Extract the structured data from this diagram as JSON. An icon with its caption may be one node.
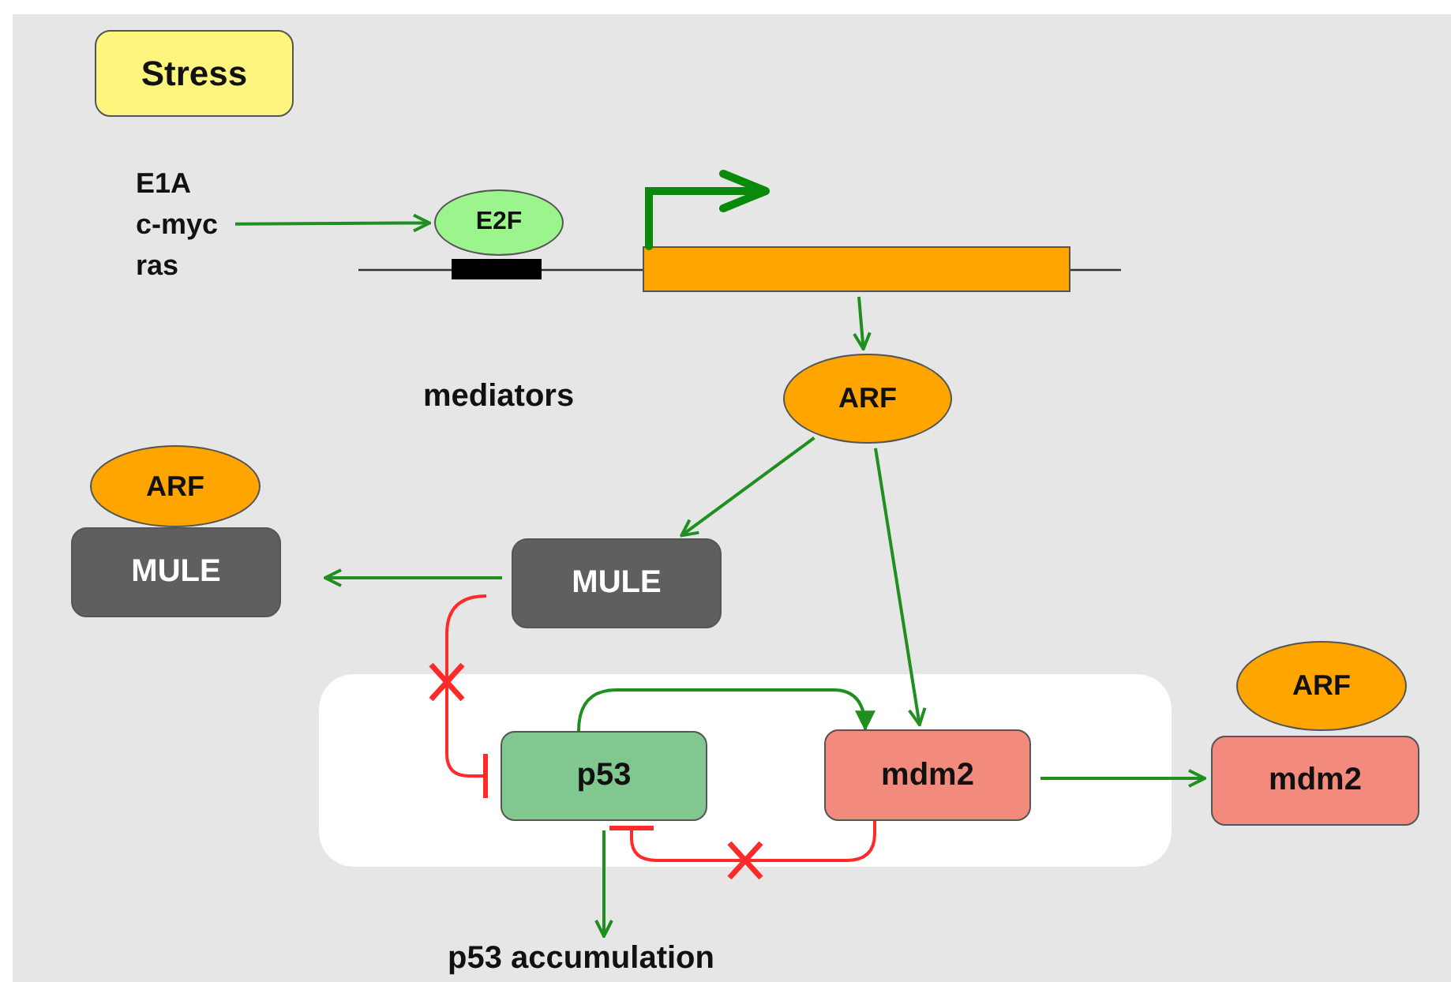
{
  "diagram": {
    "nodes": [
      {
        "text": [
          "Stress"
        ]
      },
      {
        "text": [
          "E1A c-myc ras"
        ]
      },
      {
        "text": [
          "E2F"
        ]
      },
      {
        "text": [],
        "shape": "bar"
      },
      {
        "text": [
          "ARF"
        ]
      },
      {
        "text": [
          "ARF"
        ]
      },
      {
        "text": [
          "MULE"
        ]
      },
      {
        "text": [
          "MULE"
        ]
      },
      {
        "text": [],
        "shape": "box"
      },
      {
        "text": [
          "p53"
        ],
        "in": 8
      },
      {
        "text": [
          "mdm2"
        ],
        "in": 8
      },
      {
        "text": [
          "ARF"
        ]
      },
      {
        "text": [
          "mdm2"
        ]
      },
      {
        "text": [
          "p53 accumulation"
        ]
      }
    ],
    "edges": [
      {
        "from": 1,
        "to": 2,
        "arrow": "to"
      },
      {
        "from": 3,
        "to": 4,
        "arrow": "to"
      },
      {
        "from": 4,
        "to": 7,
        "arrow": "to"
      },
      {
        "from": 4,
        "to": 10,
        "arrow": "to"
      },
      {
        "from": 7,
        "to": 6,
        "arrow": "to"
      },
      {
        "from": 7,
        "to": 9,
        "arrow": "other",
        "color": "#ff2a2a"
      },
      {
        "from": 9,
        "to": 10,
        "arrow": "to"
      },
      {
        "from": 10,
        "to": 9,
        "arrow": "other",
        "color": "#ff2a2a"
      },
      {
        "from": 10,
        "to": 12,
        "arrow": "to"
      },
      {
        "from": 9,
        "to": 13,
        "arrow": "to"
      }
    ],
    "labels": [
      "mediators"
    ]
  }
}
